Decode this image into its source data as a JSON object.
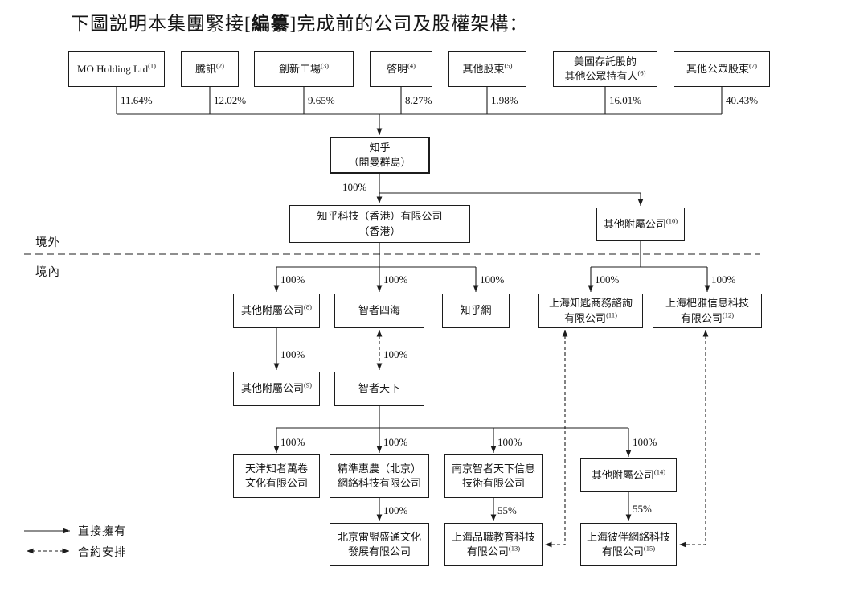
{
  "title": {
    "prefix": "下圖説明本集團緊接[",
    "redacted": "編纂",
    "suffix": "]完成前的公司及股權架構："
  },
  "regions": {
    "offshore": "境外",
    "onshore": "境內"
  },
  "legend": {
    "direct": "直接擁有",
    "contractual": "合約安排"
  },
  "nodes": [
    {
      "id": "mo-holding",
      "lines": [
        "MO Holding Ltd"
      ],
      "sup": "(1)"
    },
    {
      "id": "tencent",
      "lines": [
        "騰訊"
      ],
      "sup": "(2)"
    },
    {
      "id": "sinovation",
      "lines": [
        "創新工場"
      ],
      "sup": "(3)"
    },
    {
      "id": "qiming",
      "lines": [
        "啓明"
      ],
      "sup": "(4)"
    },
    {
      "id": "other-shareholders",
      "lines": [
        "其他股東"
      ],
      "sup": "(5)"
    },
    {
      "id": "ads-public-holders",
      "lines": [
        "美國存託股的",
        "其他公眾持有人"
      ],
      "sup": "(6)"
    },
    {
      "id": "other-public-shareholders",
      "lines": [
        "其他公眾股東"
      ],
      "sup": "(7)"
    },
    {
      "id": "zhihu-cayman",
      "lines": [
        "知乎",
        "（開曼群島）"
      ],
      "sup": "",
      "bold": true
    },
    {
      "id": "zhihu-hk",
      "lines": [
        "知乎科技（香港）有限公司",
        "（香港）"
      ],
      "sup": ""
    },
    {
      "id": "other-subsidiaries-10",
      "lines": [
        "其他附屬公司"
      ],
      "sup": "(10)"
    },
    {
      "id": "other-subsidiaries-8",
      "lines": [
        "其他附屬公司"
      ],
      "sup": "(8)"
    },
    {
      "id": "zhizhe-sihai",
      "lines": [
        "智者四海"
      ],
      "sup": ""
    },
    {
      "id": "zhihu-wang",
      "lines": [
        "知乎網"
      ],
      "sup": ""
    },
    {
      "id": "shanghai-zhishi",
      "lines": [
        "上海知匙商務諮詢",
        "有限公司"
      ],
      "sup": "(11)"
    },
    {
      "id": "shanghai-paya",
      "lines": [
        "上海杷雅信息科技",
        "有限公司"
      ],
      "sup": "(12)"
    },
    {
      "id": "other-subsidiaries-9",
      "lines": [
        "其他附屬公司"
      ],
      "sup": "(9)"
    },
    {
      "id": "zhizhe-tianxia",
      "lines": [
        "智者天下"
      ],
      "sup": ""
    },
    {
      "id": "tianjin-zhizhe",
      "lines": [
        "天津知者萬卷",
        "文化有限公司"
      ],
      "sup": ""
    },
    {
      "id": "jingzhun-huinong",
      "lines": [
        "精準惠農（北京）",
        "網絡科技有限公司"
      ],
      "sup": ""
    },
    {
      "id": "nanjing-zhizhe",
      "lines": [
        "南京智者天下信息",
        "技術有限公司"
      ],
      "sup": ""
    },
    {
      "id": "other-subsidiaries-14",
      "lines": [
        "其他附屬公司"
      ],
      "sup": "(14)"
    },
    {
      "id": "beijing-leimeng",
      "lines": [
        "北京雷盟盛通文化",
        "發展有限公司"
      ],
      "sup": ""
    },
    {
      "id": "shanghai-pinzhi",
      "lines": [
        "上海品職教育科技",
        "有限公司"
      ],
      "sup": "(13)"
    },
    {
      "id": "shanghai-biban",
      "lines": [
        "上海彼伴網絡科技",
        "有限公司"
      ],
      "sup": "(15)"
    }
  ],
  "labels": [
    {
      "id": "pct-mo",
      "text": "11.64%"
    },
    {
      "id": "pct-tencent",
      "text": "12.02%"
    },
    {
      "id": "pct-sinovation",
      "text": "9.65%"
    },
    {
      "id": "pct-qiming",
      "text": "8.27%"
    },
    {
      "id": "pct-other-sh",
      "text": "1.98%"
    },
    {
      "id": "pct-ads",
      "text": "16.01%"
    },
    {
      "id": "pct-public",
      "text": "40.43%"
    },
    {
      "id": "pct-cayman-hk",
      "text": "100%"
    },
    {
      "id": "pct-8",
      "text": "100%"
    },
    {
      "id": "pct-sihai",
      "text": "100%"
    },
    {
      "id": "pct-wang",
      "text": "100%"
    },
    {
      "id": "pct-11",
      "text": "100%"
    },
    {
      "id": "pct-12",
      "text": "100%"
    },
    {
      "id": "pct-9",
      "text": "100%"
    },
    {
      "id": "pct-tianxia",
      "text": "100%"
    },
    {
      "id": "pct-tianjin",
      "text": "100%"
    },
    {
      "id": "pct-jingzhun",
      "text": "100%"
    },
    {
      "id": "pct-nanjing",
      "text": "100%"
    },
    {
      "id": "pct-14",
      "text": "100%"
    },
    {
      "id": "pct-leimeng",
      "text": "100%"
    },
    {
      "id": "pct-pinzhi",
      "text": "55%"
    },
    {
      "id": "pct-biban",
      "text": "55%"
    }
  ]
}
